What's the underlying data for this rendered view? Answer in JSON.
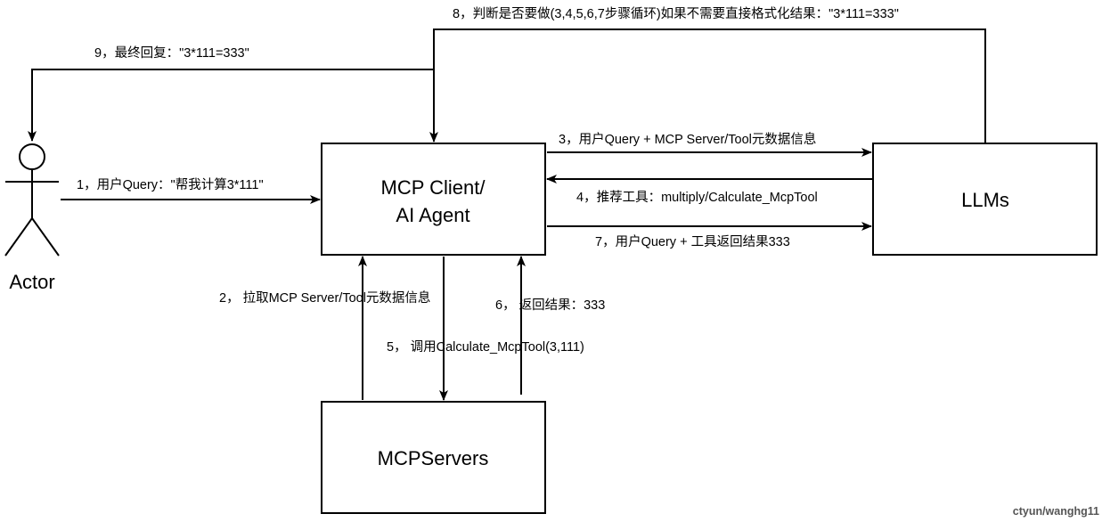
{
  "nodes": {
    "actor": "Actor",
    "mcp_client_line1": "MCP Client/",
    "mcp_client_line2": "AI Agent",
    "llms": "LLMs",
    "mcp_servers": "MCPServers"
  },
  "edges": {
    "e1": "1，用户Query：\"帮我计算3*111\"",
    "e2": "2， 拉取MCP Server/Tool元数据信息",
    "e3": "3，用户Query + MCP Server/Tool元数据信息",
    "e4": "4，推荐工具：multiply/Calculate_McpTool",
    "e5": "5， 调用Calculate_McpTool(3,111)",
    "e6": "6， 返回结果：333",
    "e7": "7，用户Query + 工具返回结果333",
    "e8": "8，判断是否要做(3,4,5,6,7步骤循环)如果不需要直接格式化结果：\"3*111=333\"",
    "e9": "9，最终回复：\"3*111=333\""
  },
  "watermark": "ctyun/wanghg11"
}
